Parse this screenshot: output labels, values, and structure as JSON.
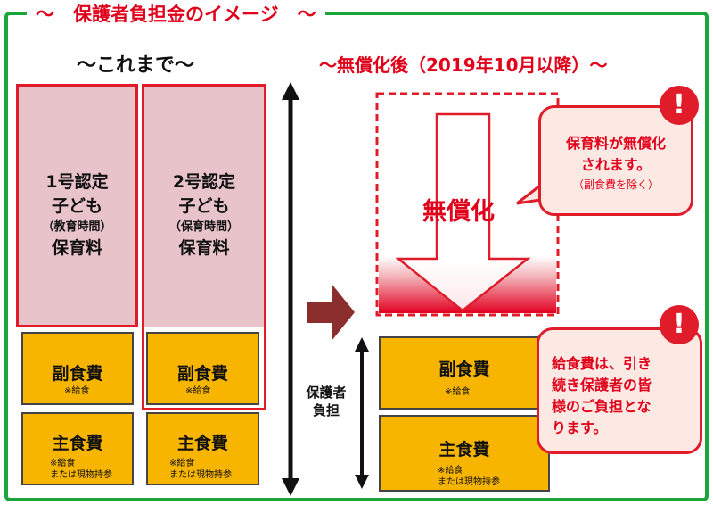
{
  "title": "～　保護者負担金のイメージ　～",
  "before": {
    "heading": "～これまで～",
    "col1": {
      "line1": "1号認定",
      "line2": "子ども",
      "line3": "（教育時間）",
      "line4": "保育料"
    },
    "col2": {
      "line1": "2号認定",
      "line2": "子ども",
      "line3": "（保育時間）",
      "line4": "保育料"
    },
    "side_dish": {
      "label": "副食費",
      "note": "※給食"
    },
    "main_dish": {
      "label": "主食費",
      "note_line1": "※給食",
      "note_line2": "または現物持参"
    }
  },
  "burden_label": {
    "line1": "保護者",
    "line2": "負担"
  },
  "after": {
    "heading": "～無償化後（2019年10月以降）～",
    "free_label": "無償化",
    "side_dish": {
      "label": "副食費",
      "note": "※給食"
    },
    "main_dish": {
      "label": "主食費",
      "note_line1": "※給食",
      "note_line2": "または現物持参"
    }
  },
  "callout_top": {
    "line1": "保育料が無償化",
    "line2": "されます。",
    "line3": "（副食費を除く）"
  },
  "callout_bottom": {
    "line1": "給食費は、引き",
    "line2": "続き保護者の皆",
    "line3": "様のご負担とな",
    "line4": "ります。"
  },
  "exclaim": "!",
  "colors": {
    "frame_green": "#1aa63a",
    "accent_red": "#e01c2a",
    "fee_pink": "#e8c3c9",
    "food_orange": "#f7b500",
    "arrow_brown": "#8b2e2e"
  }
}
